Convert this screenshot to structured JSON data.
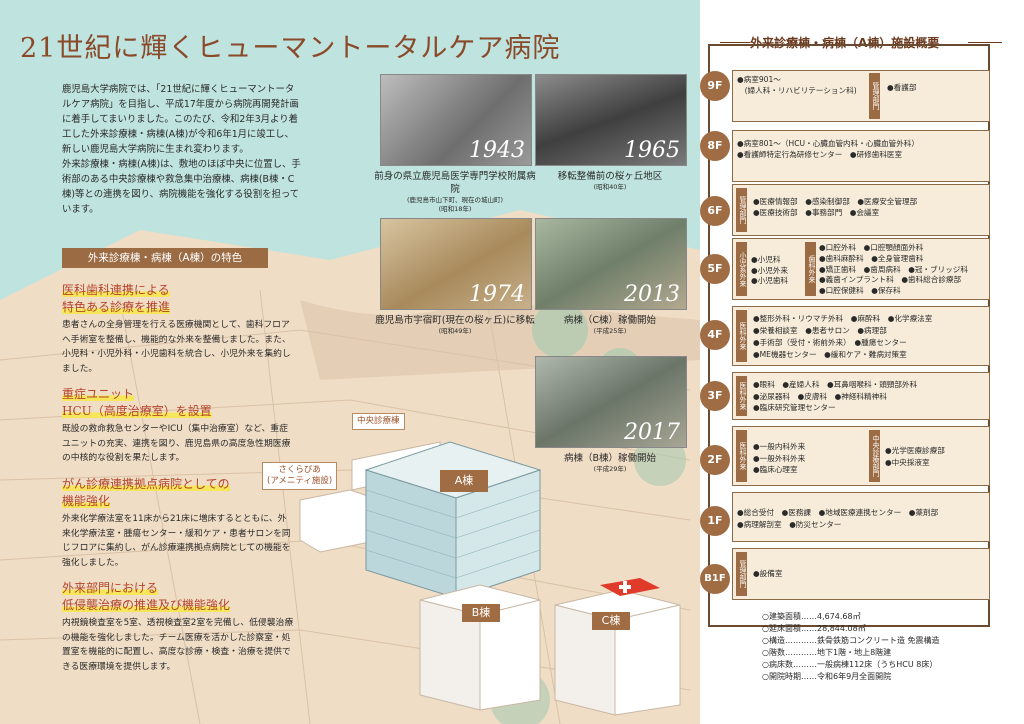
{
  "left": {
    "title": "21世紀に輝くヒューマントータルケア病院",
    "intro": [
      "鹿児島大学病院では、「21世紀に輝くヒューマントータルケア病院」を目指し、平成17年度から病院再開発計画に着手してまいりました。このたび、令和2年3月より着工した外来診療棟・病棟(A棟)が令和6年1月に竣工し、新しい鹿児島大学病院に生まれ変わります。",
      "外来診療棟・病棟(A棟)は、敷地のほぼ中央に位置し、手術部のある中央診療棟や救急集中治療棟、病棟(B棟・C棟)等との連携を図り、病院機能を強化する役割を担っています。"
    ],
    "photos": [
      {
        "year": "1943",
        "caption": "前身の県立鹿児島医学専門学校附属病院",
        "sub": "(鹿児島市山下町、現在の城山町)",
        "era": "(昭和18年)"
      },
      {
        "year": "1965",
        "caption": "移転整備前の桜ヶ丘地区",
        "sub": "",
        "era": "(昭和40年)"
      },
      {
        "year": "1974",
        "caption": "鹿児島市宇宿町(現在の桜ヶ丘)に移転",
        "sub": "",
        "era": "(昭和49年)"
      },
      {
        "year": "2013",
        "caption": "病棟（C棟）稼働開始",
        "sub": "",
        "era": "(平成25年)"
      },
      {
        "year": "2017",
        "caption": "病棟（B棟）稼働開始",
        "sub": "",
        "era": "(平成29年)"
      }
    ],
    "features_heading": "外来診療棟・病棟（A棟）の特色",
    "features": [
      {
        "heading": [
          "医科歯科連携による",
          "特色ある診療を推進"
        ],
        "body": "患者さんの全身管理を行える医療機関として、歯科フロアへ手術室を整備し、機能的な外来を整備しました。また、小児科・小児外科・小児歯科を統合し、小児外来を集約しました。"
      },
      {
        "heading": [
          "重症ユニット",
          "HCU（高度治療室）を設置"
        ],
        "body": "既設の救命救急センターやICU（集中治療室）など、重症ユニットの充実、連携を図り、鹿児島県の高度急性期医療の中核的な役割を果たします。"
      },
      {
        "heading": [
          "がん診療連携拠点病院としての",
          "機能強化"
        ],
        "body": "外来化学療法室を11床から21床に増床するとともに、外来化学療法室・腫瘍センター・緩和ケア・患者サロンを同じフロアに集約し、がん診療連携拠点病院としての機能を強化しました。"
      },
      {
        "heading": [
          "外来部門における",
          "低侵襲治療の推進及び機能強化"
        ],
        "body": "内視鏡検査室を5室、透視検査室2室を完備し、低侵襲治療の機能を強化しました。チーム医療を活かした診察室・処置室を機能的に配置し、高度な診療・検査・治療を提供できる医療環境を提供します。"
      }
    ],
    "labels": {
      "central": "中央診療棟",
      "amenity": "さくらびあ\n(アメニティ施設)",
      "a": "A棟",
      "b": "B棟",
      "c": "C棟"
    }
  },
  "right": {
    "title": "外来診療棟・病棟（A棟）施設概要",
    "floors": [
      {
        "num": "9F",
        "cols": [
          [
            "●病室901～",
            "　(婦人科・リハビリテーション科)"
          ],
          [
            "●看護部"
          ]
        ],
        "depts": [
          "管理部門"
        ]
      },
      {
        "num": "8F",
        "cols": [
          [
            "●病室801～（HCU・心臓血管内科・心臓血管外科）",
            "●看護師特定行為研修センター　●研修歯科医室"
          ]
        ],
        "depts": []
      },
      {
        "num": "6F",
        "cols": [
          [
            "●医療情報部　●感染制御部　●医療安全管理部",
            "●医療技術部　●事務部門　●会議室"
          ]
        ],
        "depts": [
          "管理部門"
        ]
      },
      {
        "num": "5F",
        "cols": [
          [
            "●小児科",
            "●小児外来",
            "●小児歯科"
          ],
          [
            "●口腔外科　●口腔顎顔面外科",
            "●歯科麻酔科　●全身管理歯科",
            "●矯正歯科　●歯周病科　●冠・ブリッジ科",
            "●義歯インプラント科　●歯科総合診療部",
            "●口腔保健科　●保存科"
          ]
        ],
        "depts": [
          "小児系外来",
          "歯科外来"
        ]
      },
      {
        "num": "4F",
        "cols": [
          [
            "●整形外科・リウマチ外科　●麻酔科　●化学療法室",
            "●栄養相談室　●患者サロン　●病理部",
            "●手術部（受付・術前外来）　●腫瘍センター",
            "●ME機器センター　●緩和ケア・難病対策室"
          ]
        ],
        "depts": [
          "医科外来"
        ]
      },
      {
        "num": "3F",
        "cols": [
          [
            "●眼科　●産婦人科　●耳鼻咽喉科・頭頸部外科",
            "●泌尿器科　●皮膚科　●神経科精神科",
            "●臨床研究管理センター"
          ]
        ],
        "depts": [
          "医科外来"
        ]
      },
      {
        "num": "2F",
        "cols": [
          [
            "●一般内科外来",
            "●一般外科外来",
            "●臨床心理室"
          ],
          [
            "●光学医療診療部",
            "●中央採液室"
          ]
        ],
        "depts": [
          "医科外来",
          "中央診療部門"
        ]
      },
      {
        "num": "1F",
        "cols": [
          [
            "●総合受付　●医務課　●地域医療連携センター　●薬剤部",
            "●病理解剖室　●防災センター"
          ]
        ],
        "depts": []
      },
      {
        "num": "B1F",
        "cols": [
          [
            "●設備室"
          ]
        ],
        "depts": [
          "管理部門"
        ]
      }
    ],
    "specs": [
      "○建築面積……4,674.68㎡",
      "○延床面積……28,844.08㎡",
      "○構造…………鉄骨鉄筋コンクリート造 免震構造",
      "○階数…………地下1階・地上8階建",
      "○病床数………一般病棟112床（うちHCU 8床）",
      "○開院時期……令和6年9月全面開院"
    ]
  }
}
